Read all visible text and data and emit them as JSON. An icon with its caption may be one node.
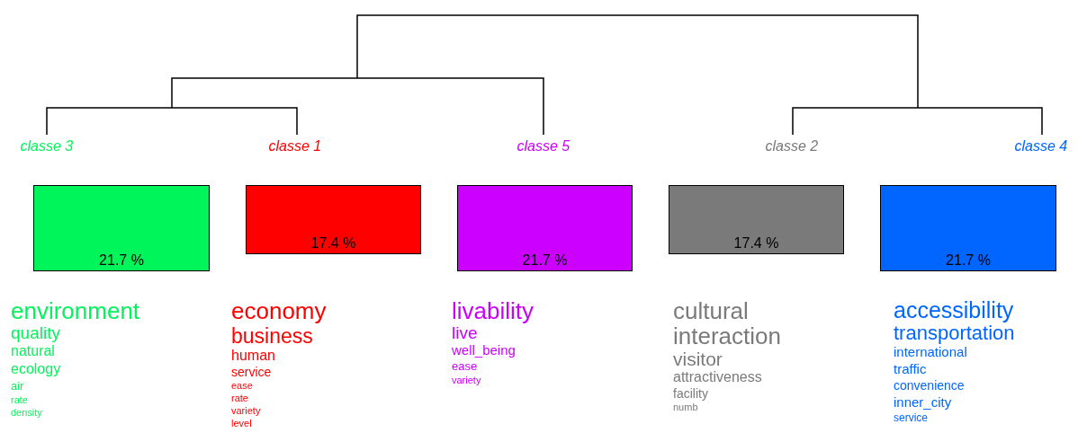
{
  "diagram": {
    "nodes": [
      {
        "text": [
          "classe  3",
          "21.7 %"
        ],
        "beside": [
          "environment",
          "quality",
          "natural",
          "ecology",
          "air",
          "rate",
          "density"
        ]
      },
      {
        "text": [
          "classe  1",
          "17.4 %"
        ],
        "beside": [
          "economy",
          "business",
          "human",
          "service",
          "ease",
          "rate",
          "variety",
          "level"
        ]
      },
      {
        "text": [
          "classe  5",
          "21.7 %"
        ],
        "beside": [
          "livability",
          "live",
          "well_being",
          "ease",
          "variety"
        ]
      },
      {
        "text": [
          "classe  2",
          "17.4 %"
        ],
        "beside": [
          "cultural",
          "interaction",
          "visitor",
          "attractiveness",
          "facility",
          "numb"
        ]
      },
      {
        "text": [
          "classe  4",
          "21.7 %"
        ],
        "beside": [
          "accessibility",
          "transportation",
          "international",
          "traffic",
          "convenience",
          "inner_city",
          "service"
        ]
      }
    ]
  }
}
